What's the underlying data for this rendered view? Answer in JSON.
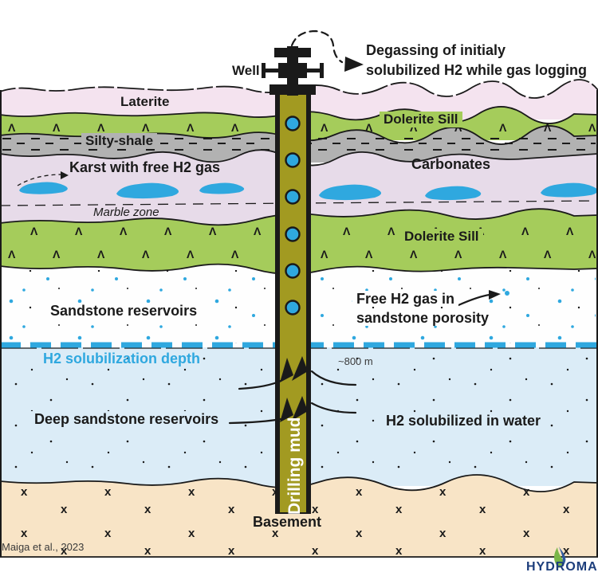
{
  "colors": {
    "ink": "#1a1a1a",
    "laterite": "#f4e3ef",
    "dolerite": "#a5cc5b",
    "shale": "#b2b2b2",
    "carbonates": "#e7dbe9",
    "sandstone": "#fefefe",
    "deep_sandstone": "#dbecf7",
    "basement": "#f8e4c6",
    "mud": "#a29a21",
    "water_blue": "#2fa8df",
    "logo_blue": "#1d3e7c",
    "flame_green": "#7ab648",
    "flame_blue": "#2f5b9e"
  },
  "well": {
    "label": "Well",
    "mud_label": "Drilling mud"
  },
  "layers": {
    "laterite": "Laterite",
    "dolerite_sill_1": "Dolerite Sill",
    "silty_shale": "Silty-shale",
    "carbonates": "Carbonates",
    "dolerite_sill_2": "Dolerite Sill",
    "sandstone": "Sandstone reservoirs",
    "deep_sandstone": "Deep sandstone reservoirs",
    "basement": "Basement"
  },
  "annotations": {
    "degassing_1": "Degassing of initialy",
    "degassing_2": "solubilized H2 while gas logging",
    "karst": "Karst with free H2 gas",
    "marble": "Marble zone",
    "free_gas_1": "Free H2 gas in",
    "free_gas_2": "sandstone porosity",
    "solubilization_depth": "H2 solubilization depth",
    "depth_mark": "~800 m",
    "h2_water": "H2 solubilized in water",
    "citation": "Maiga et al., 2023",
    "logo": "HYDROMA"
  }
}
